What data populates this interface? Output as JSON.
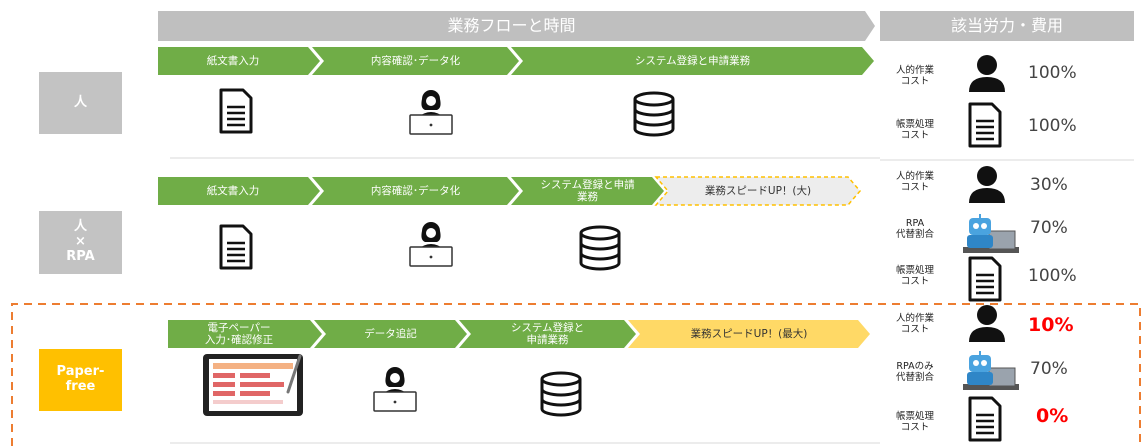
{
  "header": {
    "flow_title": "業務フローと時間",
    "cost_title": "該当労力・費用"
  },
  "colors": {
    "header_gray": "#bfbfbf",
    "chevron_green": "#70ad47",
    "speed_light": "#ededed",
    "speed_yellow": "#ffd966",
    "border_orange": "#ed7d31",
    "label_gray": "#c3c3c3",
    "label_yellow": "#ffc000",
    "highlight_red": "#ff0000"
  },
  "rows": [
    {
      "label": "人",
      "steps": [
        "紙文書入力",
        "内容確認･データ化",
        "システム登録と申請業務"
      ],
      "costs": [
        {
          "label": "人的作業\nコスト",
          "icon": "person-icon",
          "value": "100%"
        },
        {
          "label": "帳票処理\nコスト",
          "icon": "document-icon",
          "value": "100%"
        }
      ]
    },
    {
      "label": "人\n×\nRPA",
      "steps": [
        "紙文書入力",
        "内容確認･データ化",
        "システム登録と申請\n業務"
      ],
      "speed": "業務スピードUP！(大)",
      "costs": [
        {
          "label": "人的作業\nコスト",
          "icon": "person-icon",
          "value": "30%"
        },
        {
          "label": "RPA\n代替割合",
          "icon": "robot-icon",
          "value": "70%"
        },
        {
          "label": "帳票処理\nコスト",
          "icon": "document-icon",
          "value": "100%"
        }
      ]
    },
    {
      "label": "Paper-\nfree",
      "steps": [
        "電子ペーパー\n入力･確認修正",
        "データ追記",
        "システム登録と\n申請業務"
      ],
      "speed": "業務スピードUP！(最大)",
      "costs": [
        {
          "label": "人的作業\nコスト",
          "icon": "person-icon",
          "value": "10%"
        },
        {
          "label": "RPAのみ\n代替割合",
          "icon": "robot-icon",
          "value": "70%"
        },
        {
          "label": "帳票処理\nコスト",
          "icon": "document-icon",
          "value": "0%"
        }
      ]
    }
  ]
}
